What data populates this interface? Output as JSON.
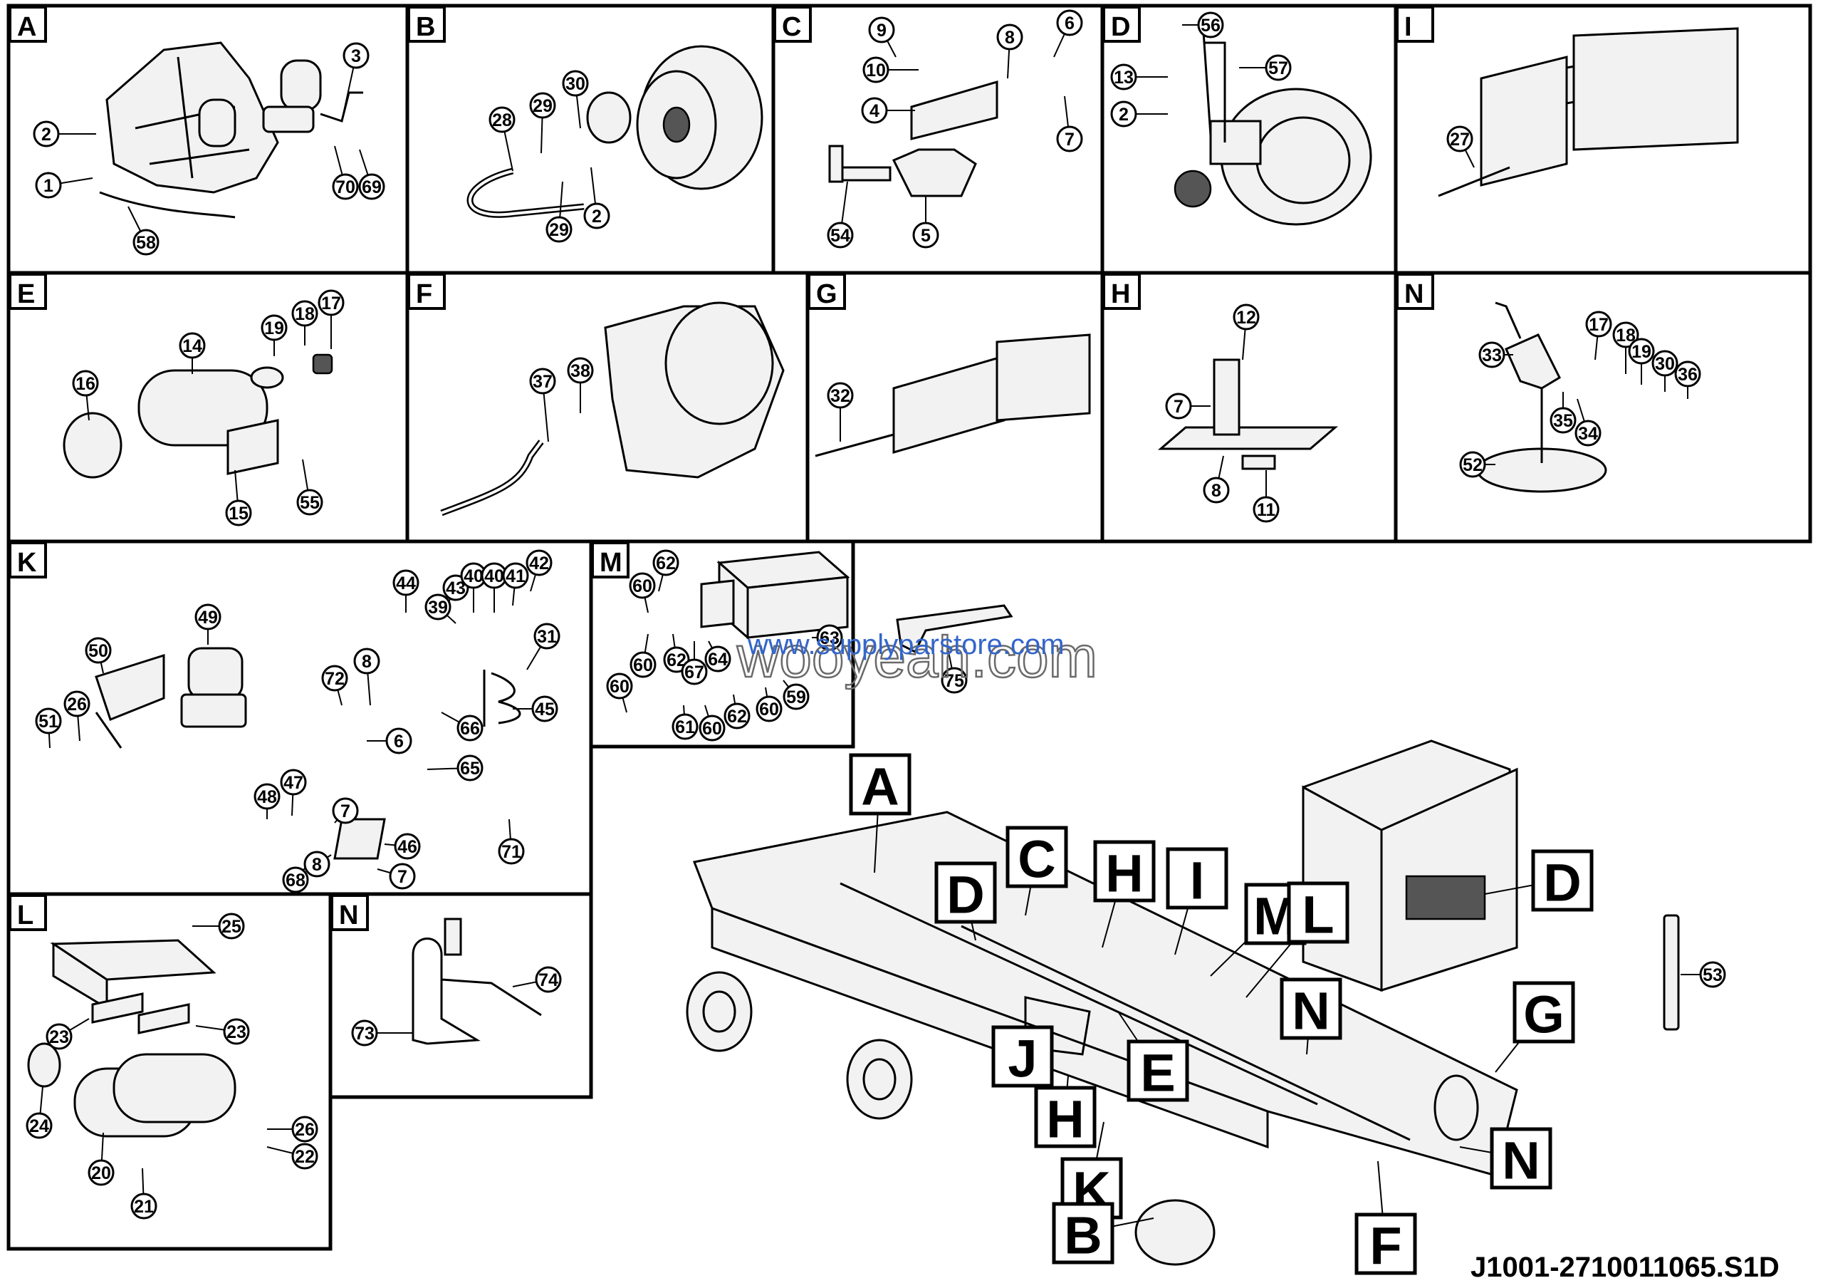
{
  "drawing_code": "J1001-2710011065.S1D",
  "watermark": {
    "main": "wooyeah.com",
    "sub": "www.supplyparstore.com"
  },
  "panels": {
    "A": {
      "letter": "A",
      "callouts": [
        "3",
        "2",
        "1",
        "70",
        "69",
        "58"
      ]
    },
    "B": {
      "letter": "B",
      "callouts": [
        "28",
        "29",
        "30",
        "29",
        "2"
      ]
    },
    "C": {
      "letter": "C",
      "callouts": [
        "9",
        "6",
        "10",
        "8",
        "4",
        "7",
        "54",
        "5"
      ]
    },
    "D": {
      "letter": "D",
      "callouts": [
        "56",
        "57",
        "13",
        "2"
      ]
    },
    "I": {
      "letter": "I",
      "callouts": [
        "27"
      ]
    },
    "E": {
      "letter": "E",
      "callouts": [
        "14",
        "19",
        "18",
        "17",
        "16",
        "15",
        "55"
      ]
    },
    "F": {
      "letter": "F",
      "callouts": [
        "37",
        "38"
      ]
    },
    "G": {
      "letter": "G",
      "callouts": [
        "32"
      ]
    },
    "H": {
      "letter": "H",
      "callouts": [
        "12",
        "7",
        "8",
        "11"
      ]
    },
    "N1": {
      "letter": "N",
      "callouts": [
        "33",
        "17",
        "18",
        "19",
        "30",
        "36",
        "35",
        "34",
        "52"
      ]
    },
    "K": {
      "letter": "K",
      "callouts": [
        "44",
        "43",
        "40",
        "40",
        "41",
        "42",
        "39",
        "49",
        "50",
        "31",
        "72",
        "8",
        "45",
        "66",
        "51",
        "26",
        "6",
        "65",
        "48",
        "47",
        "7",
        "46",
        "68",
        "8",
        "7",
        "71"
      ]
    },
    "M": {
      "letter": "M",
      "callouts": [
        "62",
        "60",
        "60",
        "62",
        "64",
        "63",
        "67",
        "60",
        "61",
        "60",
        "62",
        "60",
        "59"
      ]
    },
    "L": {
      "letter": "L",
      "callouts": [
        "25",
        "23",
        "23",
        "24",
        "26",
        "22",
        "20",
        "21"
      ]
    },
    "N2": {
      "letter": "N",
      "callouts": [
        "74",
        "73"
      ]
    }
  },
  "extra_callouts": [
    "75",
    "53"
  ],
  "overview_labels": [
    "A",
    "C",
    "H",
    "I",
    "M",
    "D",
    "D",
    "L",
    "N",
    "G",
    "J",
    "E",
    "H",
    "K",
    "B",
    "F",
    "N"
  ]
}
